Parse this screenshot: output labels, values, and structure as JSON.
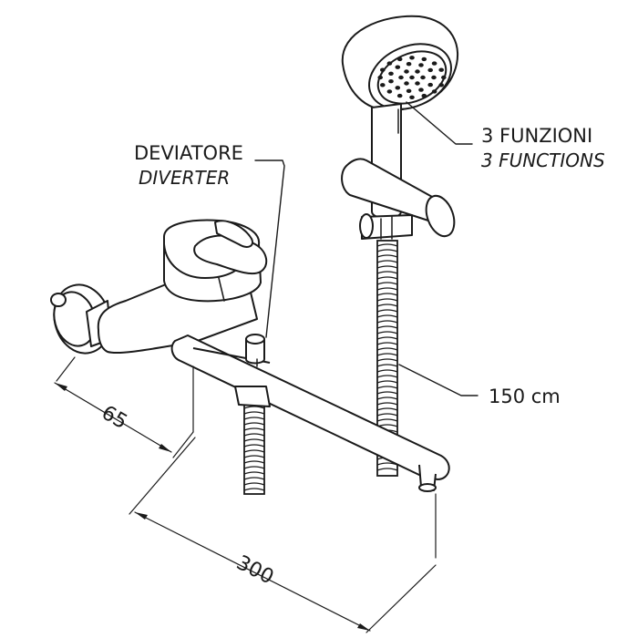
{
  "labels": {
    "diverter_it": "DEVIATORE",
    "diverter_en": "DIVERTER",
    "functions_it": "3 FUNZIONI",
    "functions_en": "3 FUNCTIONS",
    "hose_length": "150 cm"
  },
  "dimensions": {
    "wall_offset": "65",
    "spout_length": "300"
  }
}
